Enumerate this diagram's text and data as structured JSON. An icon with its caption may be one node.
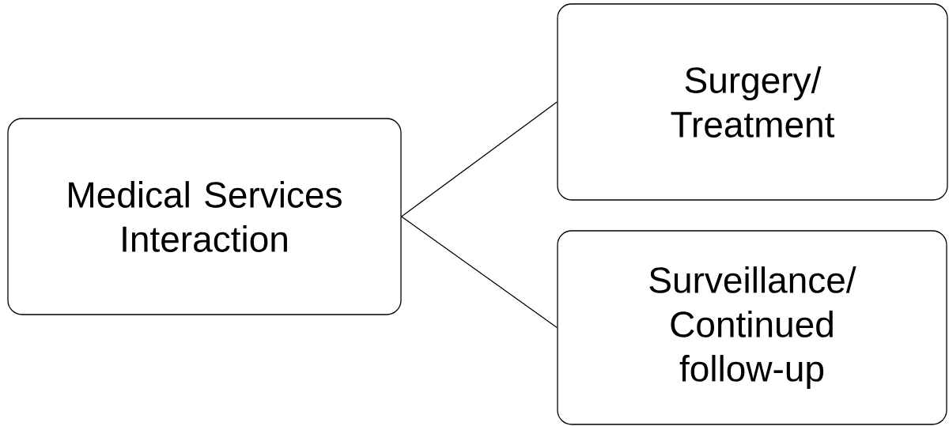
{
  "diagram": {
    "nodes": [
      {
        "text": [
          "Medical Services Interaction"
        ]
      },
      {
        "text": [
          "Surgery/ Treatment"
        ]
      },
      {
        "text": [
          "Surveillance/ Continued follow-up"
        ]
      }
    ],
    "edges": [
      {
        "from": 0,
        "to": 1,
        "arrow": "none"
      },
      {
        "from": 0,
        "to": 2,
        "arrow": "none"
      }
    ]
  }
}
